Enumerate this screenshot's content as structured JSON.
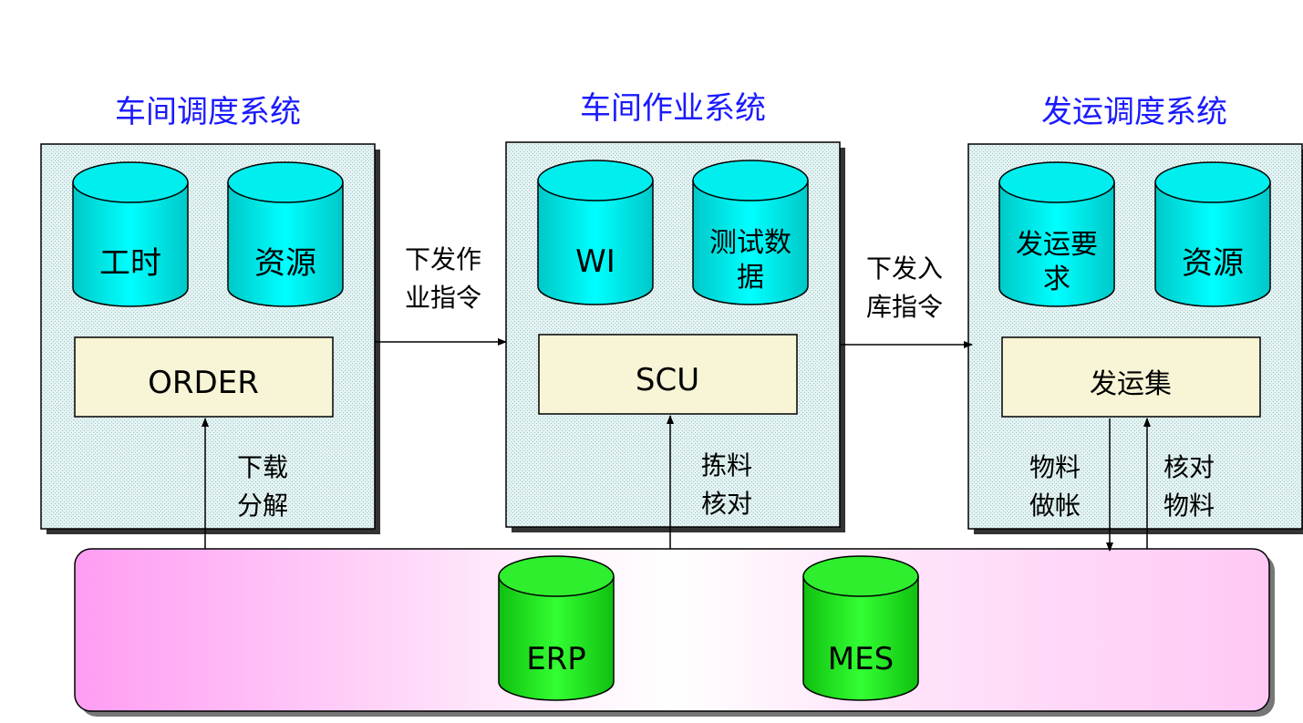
{
  "systems": [
    {
      "title": "车间调度系统",
      "db1": "工时",
      "db2": "资源",
      "module": "ORDER",
      "uplink": [
        "下载",
        "分解"
      ]
    },
    {
      "title": "车间作业系统",
      "db1": "WI",
      "db2": [
        "测试数",
        "据"
      ],
      "module": "SCU",
      "uplink": [
        "拣料",
        "核对"
      ]
    },
    {
      "title": "发运调度系统",
      "db1": [
        "发运要",
        "求"
      ],
      "db2": "资源",
      "module": "发运集",
      "downlink": [
        "物料",
        "做帐"
      ],
      "uplink": [
        "核对",
        "物料"
      ]
    }
  ],
  "flows": {
    "sys1_to_sys2": [
      "下发作",
      "业指令"
    ],
    "sys2_to_sys3": [
      "下发入",
      "库指令"
    ]
  },
  "enterprise": {
    "db1": "ERP",
    "db2": "MES"
  },
  "colors": {
    "title": "#1a1aff",
    "panel_fill": "#d8ecec",
    "cylinder_cyan": "#00e0e0",
    "cylinder_green": "#22dd22",
    "module_fill": "#f8f5d6",
    "bus_fill": "#ffd0f8"
  }
}
